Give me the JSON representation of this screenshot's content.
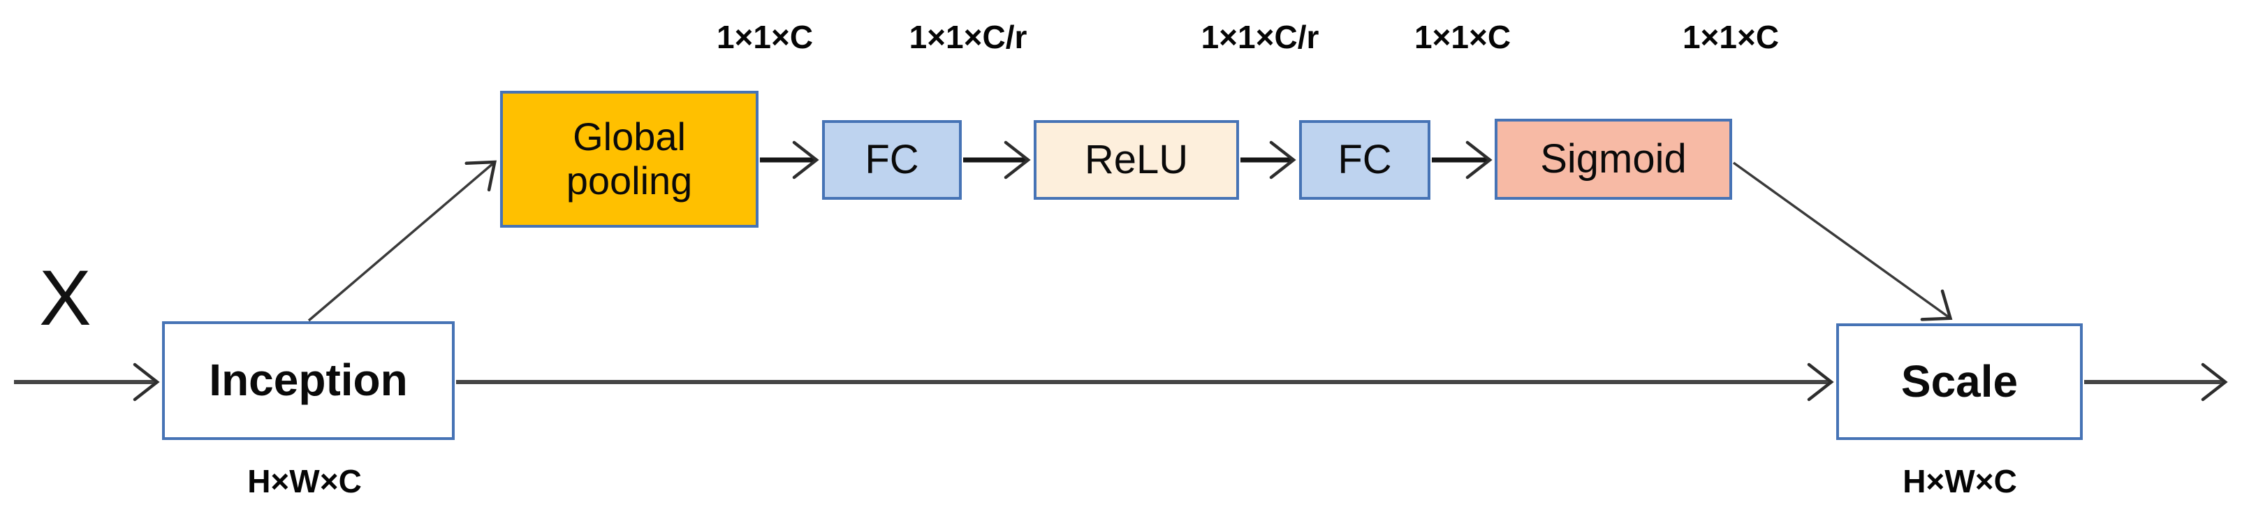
{
  "io": {
    "input_label": "X"
  },
  "nodes": {
    "inception": {
      "label": "Inception",
      "dim_label": "H×W×C"
    },
    "global_pooling": {
      "label": "Global pooling"
    },
    "fc1": {
      "label": "FC"
    },
    "relu": {
      "label": "ReLU"
    },
    "fc2": {
      "label": "FC"
    },
    "sigmoid": {
      "label": "Sigmoid"
    },
    "scale": {
      "label": "Scale",
      "dim_label": "H×W×C"
    }
  },
  "tensor_labels": [
    "1×1×C",
    "1×1×C/r",
    "1×1×C/r",
    "1×1×C",
    "1×1×C"
  ],
  "colors": {
    "box_border": "#4673B5",
    "global_pooling_fill": "#FFC000",
    "fc_fill": "#BED3EF",
    "relu_fill": "#FDEFDC",
    "sigmoid_fill": "#F7BAA5",
    "arrow_gray": "#454545",
    "arrow_black": "#161616",
    "arrow_thin": "#3a3a3a"
  }
}
